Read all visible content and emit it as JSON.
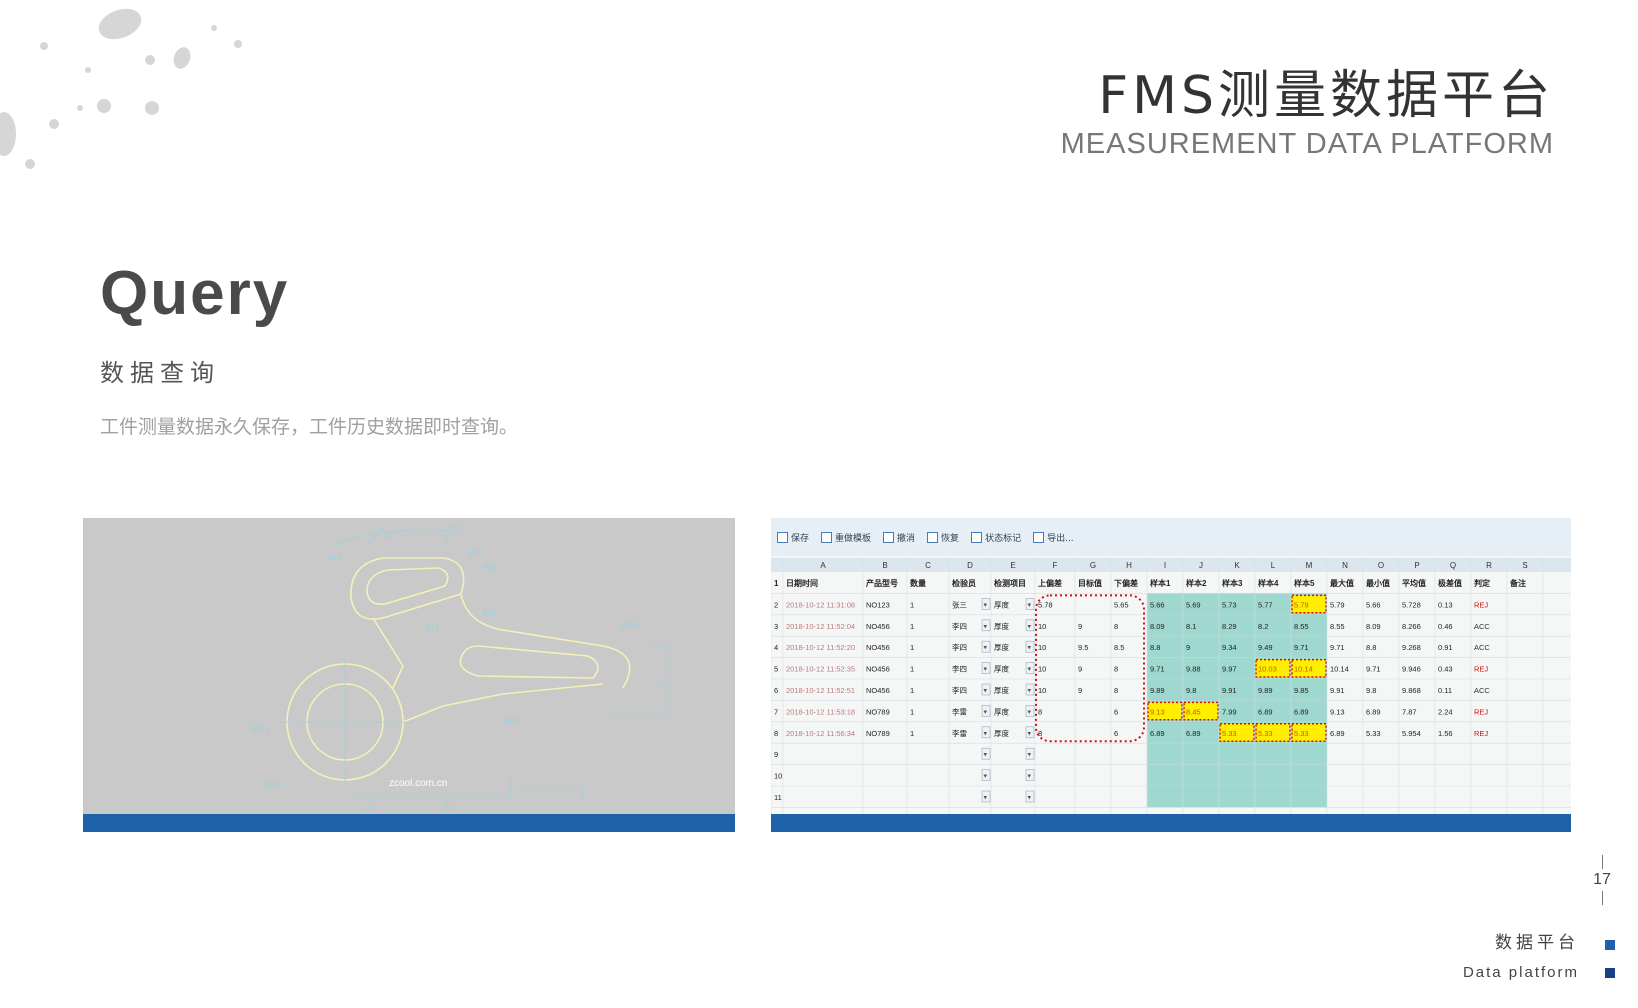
{
  "header": {
    "title": "FMS测量数据平台",
    "subtitle": "MEASUREMENT DATA PLATFORM"
  },
  "section": {
    "title": "Query",
    "title_cn": "数据查询",
    "description": "工件测量数据永久保存，工件历史数据即时查询。"
  },
  "cad": {
    "watermark": "zcool.com.cn",
    "dims": [
      "30°",
      "5°",
      "R5",
      "R8",
      "R9",
      "R3",
      "R10",
      "Ø21",
      "Ø30",
      "13",
      "35",
      "10",
      "R1",
      "R8"
    ]
  },
  "spreadsheet": {
    "toolbar": [
      "保存",
      "重做模板",
      "撤消",
      "恢复",
      "状态标记",
      "导出..."
    ],
    "col_letters": [
      "",
      "A",
      "B",
      "C",
      "D",
      "E",
      "F",
      "G",
      "H",
      "I",
      "J",
      "K",
      "L",
      "M",
      "N",
      "O",
      "P",
      "Q",
      "R",
      "S"
    ],
    "headers": [
      "1",
      "日期时间",
      "产品型号",
      "数量",
      "检验员",
      "检测项目",
      "上偏差",
      "目标值",
      "下偏差",
      "样本1",
      "样本2",
      "样本3",
      "样本4",
      "样本5",
      "最大值",
      "最小值",
      "平均值",
      "极差值",
      "判定",
      "备注"
    ],
    "rows": [
      [
        "2",
        "2018-10-12 11:31:08",
        "NO123",
        "1",
        "张三",
        "厚度",
        "5.78",
        "",
        "5.65",
        "5.66",
        "5.69",
        "5.73",
        "5.77",
        "5.79",
        "5.79",
        "5.66",
        "5.728",
        "0.13",
        "REJ",
        ""
      ],
      [
        "3",
        "2018-10-12 11:52:04",
        "NO456",
        "1",
        "李四",
        "厚度",
        "10",
        "9",
        "8",
        "8.09",
        "8.1",
        "8.29",
        "8.2",
        "8.55",
        "8.55",
        "8.09",
        "8.266",
        "0.46",
        "ACC",
        ""
      ],
      [
        "4",
        "2018-10-12 11:52:20",
        "NO456",
        "1",
        "李四",
        "厚度",
        "10",
        "9.5",
        "8.5",
        "8.8",
        "9",
        "9.34",
        "9.49",
        "9.71",
        "9.71",
        "8.8",
        "9.268",
        "0.91",
        "ACC",
        ""
      ],
      [
        "5",
        "2018-10-12 11:52:35",
        "NO456",
        "1",
        "李四",
        "厚度",
        "10",
        "9",
        "8",
        "9.71",
        "9.88",
        "9.97",
        "10.03",
        "10.14",
        "10.14",
        "9.71",
        "9.946",
        "0.43",
        "REJ",
        ""
      ],
      [
        "6",
        "2018-10-12 11:52:51",
        "NO456",
        "1",
        "李四",
        "厚度",
        "10",
        "9",
        "8",
        "9.89",
        "9.8",
        "9.91",
        "9.89",
        "9.85",
        "9.91",
        "9.8",
        "9.868",
        "0.11",
        "ACC",
        ""
      ],
      [
        "7",
        "2018-10-12 11:53:18",
        "NO789",
        "1",
        "李雷",
        "厚度",
        "8",
        "",
        "6",
        "9.13",
        "8.45",
        "7.99",
        "6.89",
        "6.89",
        "9.13",
        "6.89",
        "7.87",
        "2.24",
        "REJ",
        ""
      ],
      [
        "8",
        "2018-10-12 11:56:34",
        "NO789",
        "1",
        "李雷",
        "厚度",
        "8",
        "",
        "6",
        "6.89",
        "6.89",
        "5.33",
        "5.33",
        "5.33",
        "6.89",
        "5.33",
        "5.954",
        "1.56",
        "REJ",
        ""
      ],
      [
        "9",
        "",
        "",
        "",
        "",
        "",
        "",
        "",
        "",
        "",
        "",
        "",
        "",
        "",
        "",
        "",
        "",
        "",
        "",
        ""
      ],
      [
        "10",
        "",
        "",
        "",
        "",
        "",
        "",
        "",
        "",
        "",
        "",
        "",
        "",
        "",
        "",
        "",
        "",
        "",
        "",
        ""
      ],
      [
        "11",
        "",
        "",
        "",
        "",
        "",
        "",
        "",
        "",
        "",
        "",
        "",
        "",
        "",
        "",
        "",
        "",
        "",
        "",
        ""
      ]
    ],
    "highlights": [
      [
        0,
        13
      ],
      [
        3,
        12
      ],
      [
        3,
        13
      ],
      [
        5,
        9
      ],
      [
        5,
        10
      ],
      [
        6,
        11
      ],
      [
        6,
        12
      ],
      [
        6,
        13
      ]
    ]
  },
  "footer": {
    "page_number": "17",
    "label_cn": "数据平台",
    "label_en": "Data platform"
  },
  "colors": {
    "accent_blue": "#1f62aa",
    "dark_blue": "#1a3f86",
    "teal": "#9fd8cf",
    "highlight_yellow": "#ffee00",
    "reject_red": "#d01010"
  }
}
